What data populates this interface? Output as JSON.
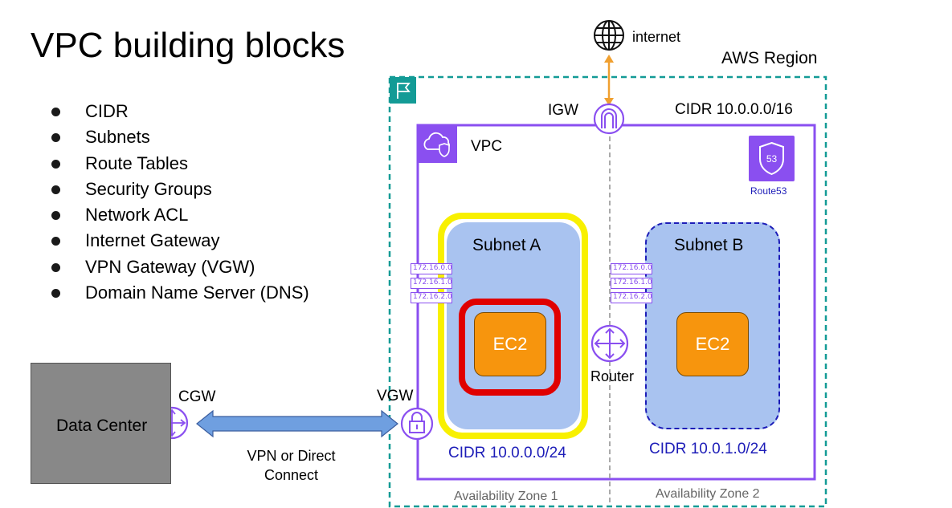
{
  "title": "VPC building blocks",
  "bullets": [
    "CIDR",
    "Subnets",
    "Route Tables",
    "Security Groups",
    "Network ACL",
    "Internet Gateway",
    "VPN Gateway (VGW)",
    "Domain Name Server (DNS)"
  ],
  "data_center": "Data Center",
  "cgw": "CGW",
  "vgw": "VGW",
  "connection": {
    "line1": "VPN or Direct",
    "line2": "Connect"
  },
  "internet": "internet",
  "aws_region": "AWS Region",
  "igw": "IGW",
  "vpc_cidr": "CIDR 10.0.0.0/16",
  "vpc": "VPC",
  "route53": "Route53",
  "router": "Router",
  "subnet_a": {
    "name": "Subnet A",
    "instance": "EC2",
    "cidr": "CIDR 10.0.0.0/24"
  },
  "subnet_b": {
    "name": "Subnet B",
    "instance": "EC2",
    "cidr": "CIDR 10.0.1.0/24"
  },
  "route_table_entries": [
    "172.16.0.0",
    "172.16.1.0",
    "172.16.2.0"
  ],
  "availability_zones": [
    "Availability Zone 1",
    "Availability Zone 2"
  ],
  "colors": {
    "vpc_border": "#8a4ff0",
    "region_border": "#139b96",
    "subnet_fill": "#a9c3f0",
    "ec2": "#f7950d",
    "cidr_text": "#1d1db8",
    "highlight_yellow": "#f8f000",
    "highlight_red": "#e00000",
    "internet_arrow": "#f0a030",
    "vpn_arrow": "#6f9fe0"
  },
  "icons": [
    "globe-icon",
    "region-flag-icon",
    "vpc-cloud-icon",
    "route53-shield-icon",
    "igw-icon",
    "router-icon",
    "vgw-lock-icon",
    "cgw-icon"
  ]
}
